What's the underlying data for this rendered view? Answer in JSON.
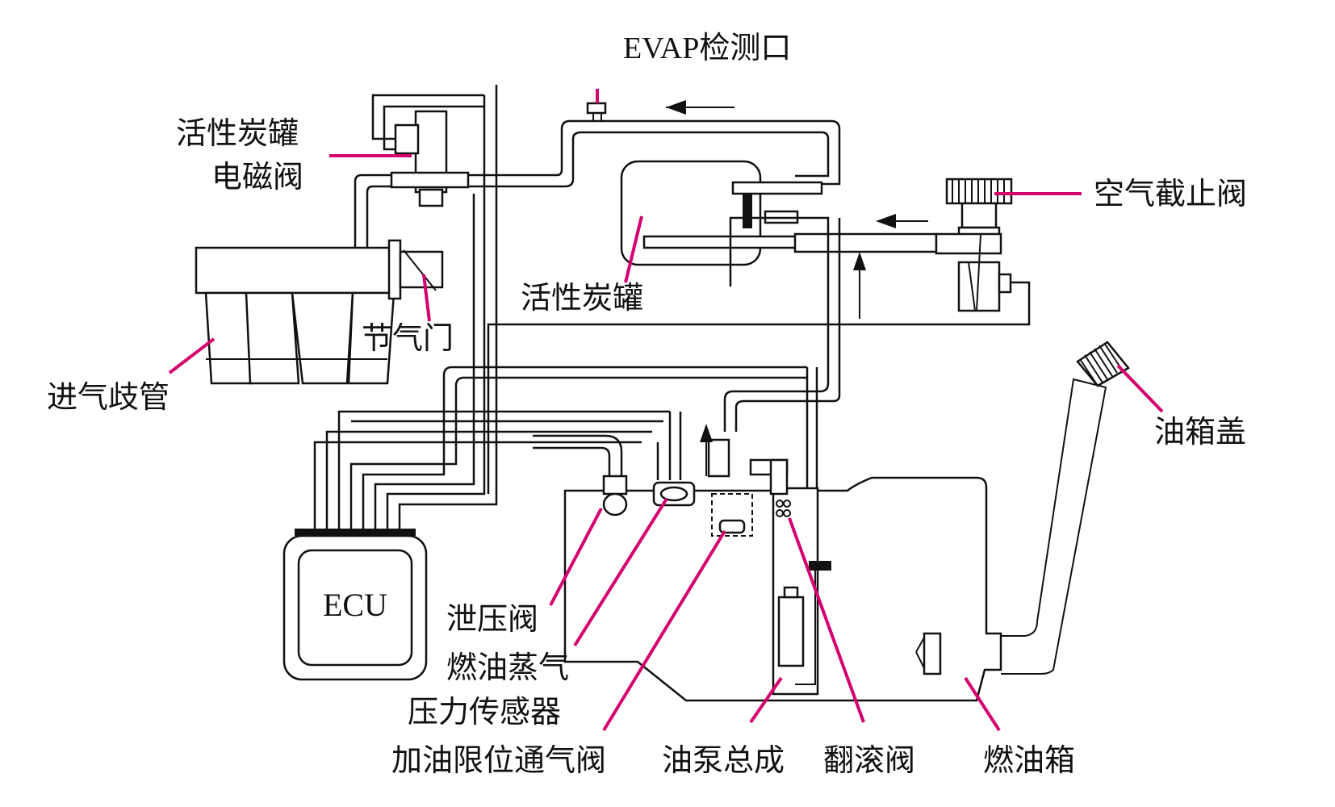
{
  "labels": {
    "evap_port": "EVAP检测口",
    "canister_solenoid_line1": "活性炭罐",
    "canister_solenoid_line2": "电磁阀",
    "air_cutoff_valve": "空气截止阀",
    "canister": "活性炭罐",
    "throttle": "节气门",
    "intake_manifold": "进气歧管",
    "fuel_cap": "油箱盖",
    "relief_valve": "泄压阀",
    "vapor_sensor_line1": "燃油蒸气",
    "vapor_sensor_line2": "压力传感器",
    "refuel_vent_valve": "加油限位通气阀",
    "pump_assembly": "油泵总成",
    "rollover_valve": "翻滚阀",
    "fuel_tank": "燃油箱",
    "ecu": "ECU"
  },
  "colors": {
    "leader": "#d4006e",
    "line": "#111111"
  }
}
